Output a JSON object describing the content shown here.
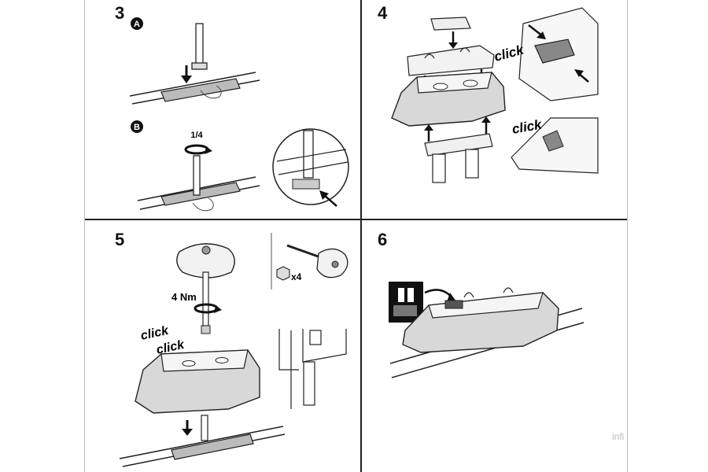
{
  "steps": {
    "s3": {
      "number": "3",
      "sub_a": "A",
      "sub_b": "B",
      "rotation": "1/4"
    },
    "s4": {
      "number": "4",
      "click_top": "click",
      "click_bottom": "click"
    },
    "s5": {
      "number": "5",
      "torque": "4 Nm",
      "click1": "click",
      "click2": "click",
      "qty": "x4"
    },
    "s6": {
      "number": "6"
    }
  },
  "footer": {
    "mark": "infi"
  }
}
